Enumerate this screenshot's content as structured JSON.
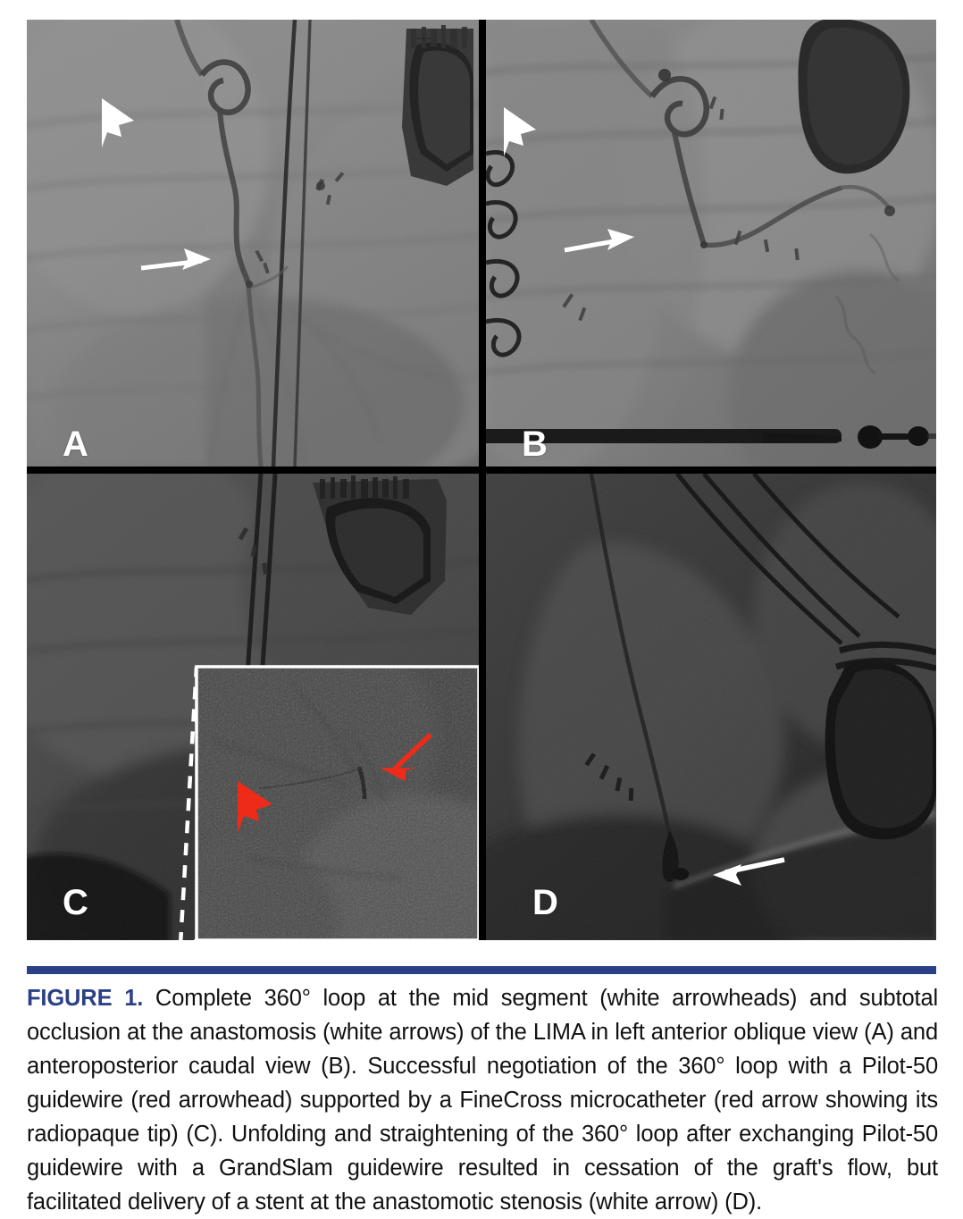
{
  "figure": {
    "label": "FIGURE 1.",
    "caption": " Complete 360° loop at the mid segment (white arrowheads) and subtotal occlusion at the anastomosis (white arrows) of the LIMA in left anterior oblique view (A) and anteroposterior caudal view (B). Successful negotiation of the 360° loop with a Pilot-50 guidewire (red arrowhead) supported by a FineCross microcatheter (red arrow showing its radiopaque tip) (C). Unfolding and straightening of the 360° loop after exchanging Pilot-50 guidewire with a GrandSlam guidewire resulted in cessation of the graft's flow, but facilitated delivery of a stent at the anastomotic stenosis (white arrow) (D).",
    "rule_color": "#2b4086",
    "label_color": "#2b4086",
    "body_color": "#111111"
  },
  "panels": [
    {
      "id": "A",
      "label": "A",
      "view": "left anterior oblique view",
      "markers": [
        "white-arrowhead",
        "white-arrow"
      ],
      "marker_color": "#ffffff",
      "contents": "LIMA graft angiogram with complete 360° loop at mid segment and subtotal occlusion at anastomosis; pacemaker generator and leads in upper right"
    },
    {
      "id": "B",
      "label": "B",
      "view": "anteroposterior caudal view",
      "markers": [
        "white-arrowhead",
        "white-arrow"
      ],
      "marker_color": "#ffffff",
      "contents": "LIMA graft angiogram, anteroposterior caudal projection with guiding catheter shaft at lower edge"
    },
    {
      "id": "C",
      "label": "C",
      "view": "magnified inset",
      "markers": [
        "red-arrowhead",
        "red-arrow"
      ],
      "marker_color": "#ee2b18",
      "inset": {
        "source_box": "white-rectangle-upper-left",
        "connector": "white-dashed-lines",
        "magnified_panel": "lower-right-inset"
      },
      "contents": "Pilot-50 guidewire negotiating the 360° loop supported by a FineCross microcatheter; magnified inset shows guidewire tip (red arrowhead) and radiopaque microcatheter tip (red arrow)"
    },
    {
      "id": "D",
      "label": "D",
      "view": "post-stent delivery",
      "markers": [
        "white-arrow"
      ],
      "marker_color": "#ffffff",
      "contents": "Unfolded and straightened graft after GrandSlam guidewire exchange with stent delivered at the anastomotic stenosis"
    }
  ]
}
